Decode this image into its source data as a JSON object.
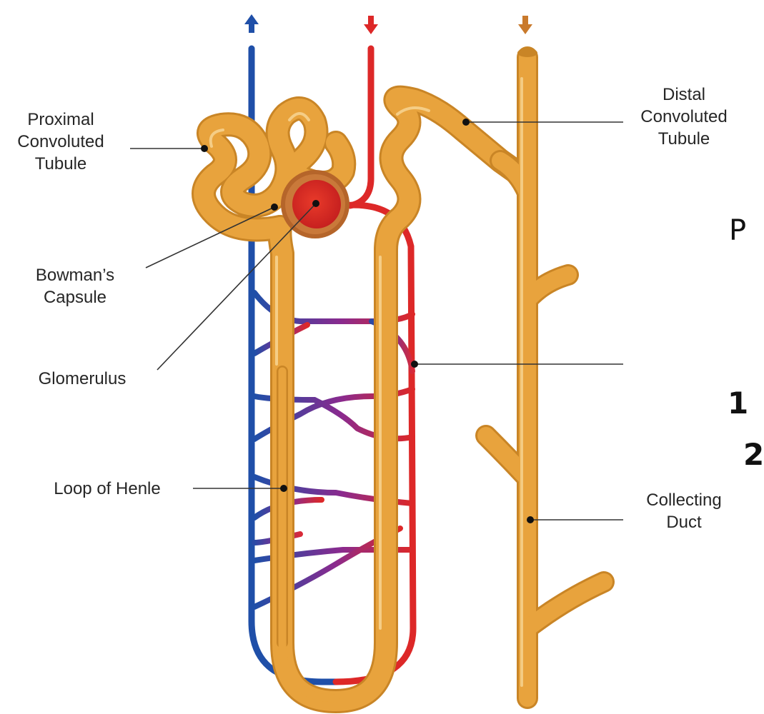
{
  "labels": {
    "proximal": [
      "Proximal",
      "Convoluted",
      "Tubule"
    ],
    "bowman": [
      "Bowman’s",
      "Capsule"
    ],
    "glomerulus": "Glomerulus",
    "loop": "Loop of Henle",
    "distal": [
      "Distal",
      "Convoluted",
      "Tubule"
    ],
    "collecting": [
      "Collecting",
      "Duct"
    ]
  },
  "cut_text": {
    "p": "P",
    "one": "1",
    "two": "2"
  },
  "colors": {
    "tubule": "#E8A33D",
    "tubule_highlight": "#F6D28E",
    "tubule_shadow": "#C98526",
    "vein": "#1F4FA8",
    "artery": "#DD2828",
    "capsule": "#B5652A",
    "glomerulus": "#D72323",
    "leader": "#333333",
    "arrow_collecting": "#C97A2C"
  },
  "icons": [
    "arrow-up-icon",
    "arrow-down-icon",
    "arrow-down-icon"
  ]
}
